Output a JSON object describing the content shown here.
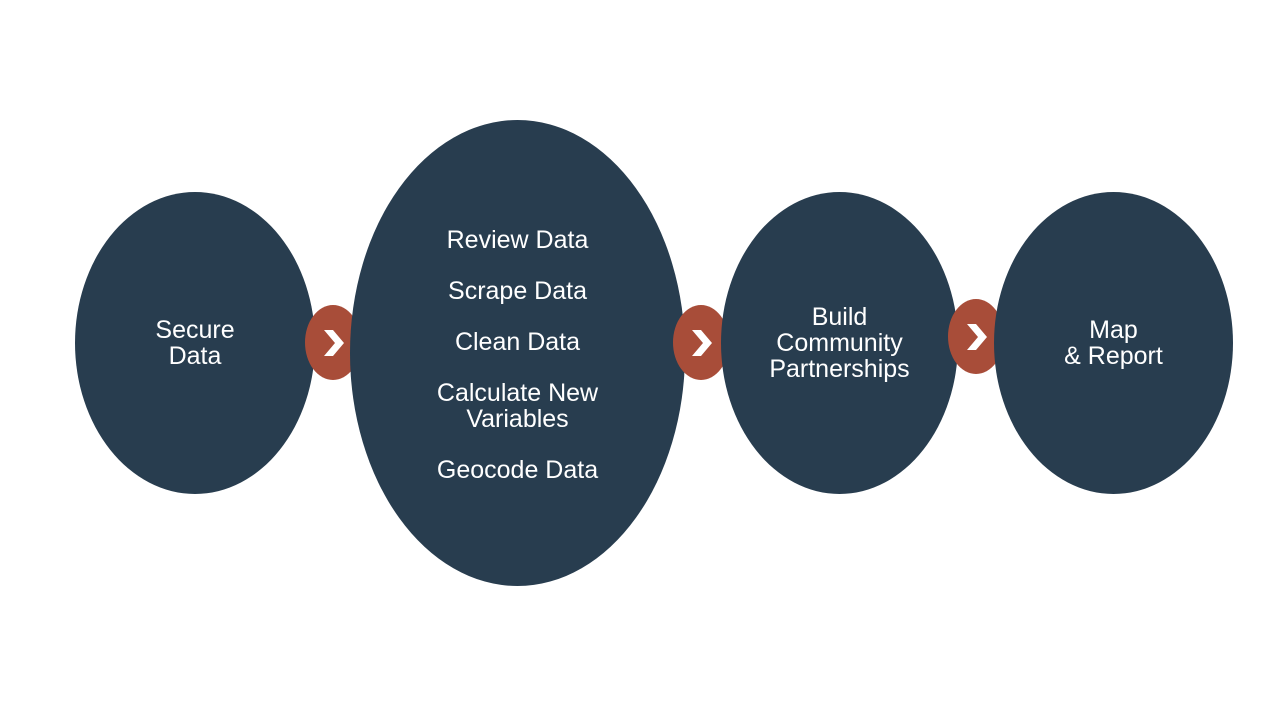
{
  "colors": {
    "node_fill": "#283d4f",
    "arrow_fill": "#a84d39",
    "text": "#ffffff",
    "background": "#ffffff"
  },
  "steps": [
    {
      "label": "Secure\nData"
    },
    {
      "items": [
        "Review Data",
        "Scrape Data",
        "Clean Data",
        "Calculate New\nVariables",
        "Geocode Data"
      ]
    },
    {
      "label": "Build\nCommunity\nPartnerships"
    },
    {
      "label": "Map\n& Report"
    }
  ],
  "connectors": [
    {
      "icon": "chevron-right-icon"
    },
    {
      "icon": "chevron-right-icon"
    },
    {
      "icon": "chevron-right-icon"
    }
  ]
}
